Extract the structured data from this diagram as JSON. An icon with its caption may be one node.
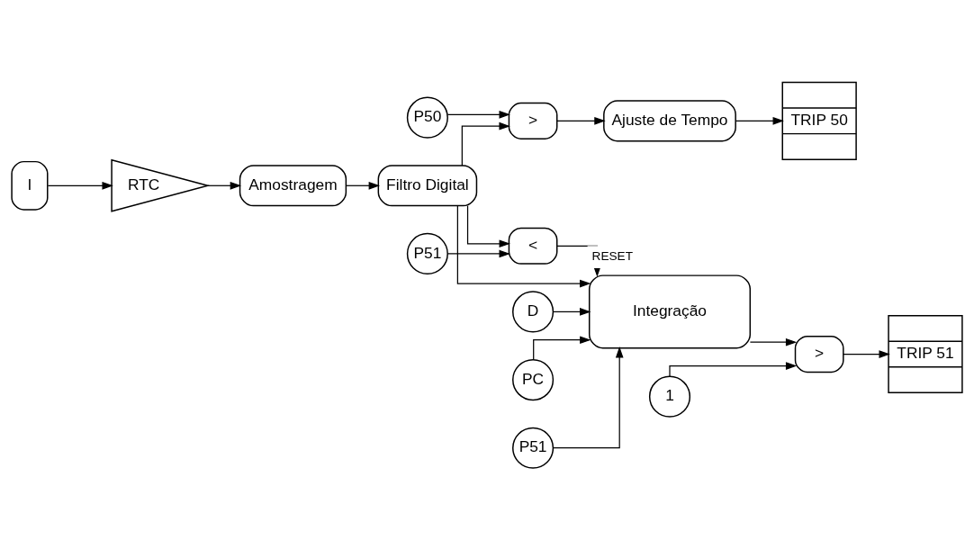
{
  "diagram": {
    "nodes": [
      {
        "text": [
          "I"
        ]
      },
      {
        "text": [
          "RTC"
        ]
      },
      {
        "text": [
          "Amostragem"
        ]
      },
      {
        "text": [
          "Filtro Digital"
        ]
      },
      {
        "text": [
          ">"
        ]
      },
      {
        "text": [
          "Ajuste de Tempo"
        ]
      },
      {
        "text": [
          "TRIP 50"
        ]
      },
      {
        "text": [
          "P50"
        ]
      },
      {
        "text": [
          "D"
        ]
      },
      {
        "text": [
          "PC"
        ]
      },
      {
        "text": [
          "P51"
        ]
      },
      {
        "text": [
          "Integração"
        ]
      },
      {
        "text": [
          ">"
        ]
      },
      {
        "text": [
          "TRIP 51"
        ]
      },
      {
        "text": [
          "<"
        ]
      },
      {
        "text": [
          "1"
        ]
      },
      {
        "text": [
          "P51"
        ]
      }
    ],
    "edges": [
      {
        "from": 0,
        "to": 1,
        "arrow": "to"
      },
      {
        "from": 1,
        "to": 2,
        "arrow": "to"
      },
      {
        "from": 2,
        "to": 3,
        "arrow": "to"
      },
      {
        "from": 3,
        "to": 4,
        "arrow": "to"
      },
      {
        "from": 4,
        "to": 5,
        "arrow": "to"
      },
      {
        "from": 5,
        "to": 6,
        "arrow": "to"
      },
      {
        "from": 7,
        "to": 4,
        "arrow": "to"
      },
      {
        "from": 3,
        "to": 11,
        "arrow": "to"
      },
      {
        "from": 3,
        "to": 14,
        "arrow": "to"
      },
      {
        "from": 8,
        "to": 11,
        "arrow": "to"
      },
      {
        "from": 9,
        "to": 11,
        "arrow": "to"
      },
      {
        "from": 10,
        "to": 11,
        "arrow": "to"
      },
      {
        "from": 11,
        "to": 12,
        "arrow": "to"
      },
      {
        "from": 12,
        "to": 13,
        "arrow": "to"
      },
      {
        "from": 15,
        "to": 12,
        "arrow": "to"
      },
      {
        "from": 14,
        "to": 11,
        "arrow": "to",
        "label": "RESET"
      },
      {
        "from": 16,
        "to": 14,
        "arrow": "to"
      }
    ]
  }
}
